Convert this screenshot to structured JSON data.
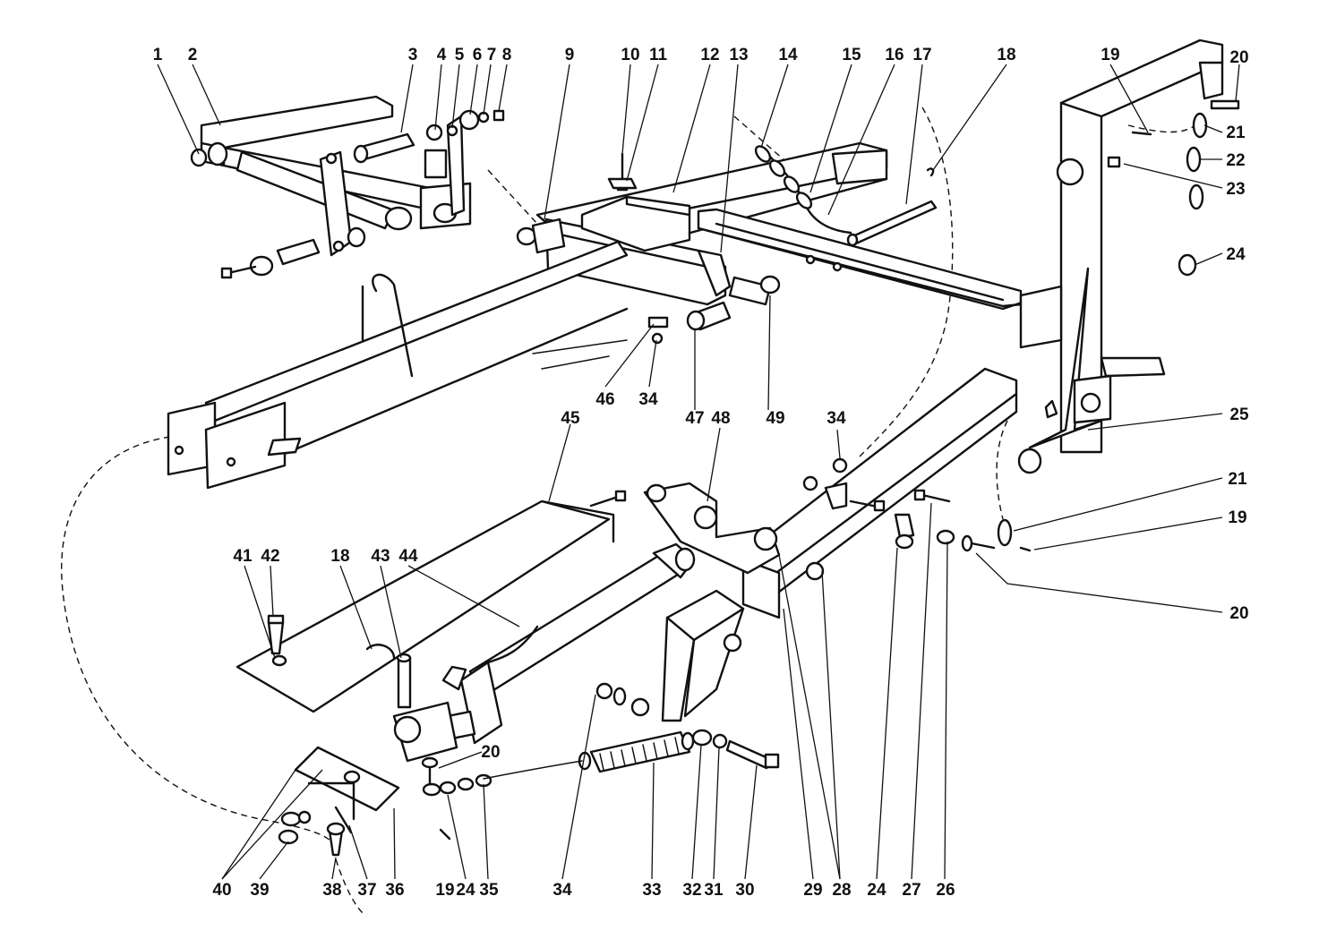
{
  "callouts": [
    {
      "id": "c1",
      "text": "1"
    },
    {
      "id": "c2",
      "text": "2"
    },
    {
      "id": "c3",
      "text": "3"
    },
    {
      "id": "c4",
      "text": "4"
    },
    {
      "id": "c5",
      "text": "5"
    },
    {
      "id": "c6",
      "text": "6"
    },
    {
      "id": "c7",
      "text": "7"
    },
    {
      "id": "c8",
      "text": "8"
    },
    {
      "id": "c9",
      "text": "9"
    },
    {
      "id": "c10",
      "text": "10"
    },
    {
      "id": "c11",
      "text": "11"
    },
    {
      "id": "c12",
      "text": "12"
    },
    {
      "id": "c13",
      "text": "13"
    },
    {
      "id": "c14",
      "text": "14"
    },
    {
      "id": "c15",
      "text": "15"
    },
    {
      "id": "c16",
      "text": "16"
    },
    {
      "id": "c17",
      "text": "17"
    },
    {
      "id": "c18a",
      "text": "18"
    },
    {
      "id": "c19a",
      "text": "19"
    },
    {
      "id": "c20a",
      "text": "20"
    },
    {
      "id": "c21a",
      "text": "21"
    },
    {
      "id": "c22",
      "text": "22"
    },
    {
      "id": "c23",
      "text": "23"
    },
    {
      "id": "c24a",
      "text": "24"
    },
    {
      "id": "c25",
      "text": "25"
    },
    {
      "id": "c21b",
      "text": "21"
    },
    {
      "id": "c19b",
      "text": "19"
    },
    {
      "id": "c20b",
      "text": "20"
    },
    {
      "id": "c46",
      "text": "46"
    },
    {
      "id": "c34a",
      "text": "34"
    },
    {
      "id": "c47",
      "text": "47"
    },
    {
      "id": "c48",
      "text": "48"
    },
    {
      "id": "c49",
      "text": "49"
    },
    {
      "id": "c34b",
      "text": "34"
    },
    {
      "id": "c45",
      "text": "45"
    },
    {
      "id": "c41",
      "text": "41"
    },
    {
      "id": "c42",
      "text": "42"
    },
    {
      "id": "c18b",
      "text": "18"
    },
    {
      "id": "c43",
      "text": "43"
    },
    {
      "id": "c44",
      "text": "44"
    },
    {
      "id": "c20c",
      "text": "20"
    },
    {
      "id": "c40",
      "text": "40"
    },
    {
      "id": "c39",
      "text": "39"
    },
    {
      "id": "c38",
      "text": "38"
    },
    {
      "id": "c37",
      "text": "37"
    },
    {
      "id": "c36",
      "text": "36"
    },
    {
      "id": "c19c",
      "text": "19"
    },
    {
      "id": "c24b",
      "text": "24"
    },
    {
      "id": "c35",
      "text": "35"
    },
    {
      "id": "c34c",
      "text": "34"
    },
    {
      "id": "c33",
      "text": "33"
    },
    {
      "id": "c32",
      "text": "32"
    },
    {
      "id": "c31",
      "text": "31"
    },
    {
      "id": "c30",
      "text": "30"
    },
    {
      "id": "c29",
      "text": "29"
    },
    {
      "id": "c28",
      "text": "28"
    },
    {
      "id": "c24c",
      "text": "24"
    },
    {
      "id": "c27",
      "text": "27"
    },
    {
      "id": "c26",
      "text": "26"
    }
  ]
}
